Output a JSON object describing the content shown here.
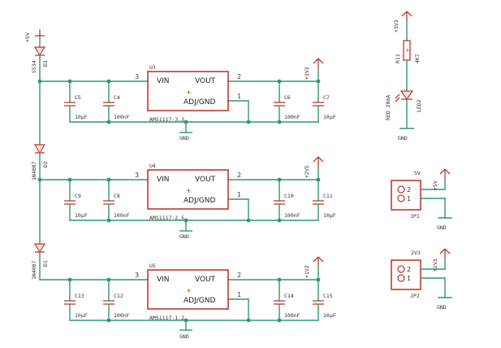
{
  "colors": {
    "wire": "#2e9a6c",
    "symbol": "#c0392b",
    "text": "#333333"
  },
  "regulators": [
    {
      "ref": "U3",
      "value": "AMS1117-3.3",
      "vin": "VIN",
      "vout": "VOUT",
      "adj": "ADJ/GND",
      "pin_in": "3",
      "pin_out": "2",
      "pin_adj": "1",
      "diode_ref": "D3",
      "diode_value": "SS34",
      "supply_in": "+5V",
      "supply_out": "+3V3",
      "caps": [
        {
          "ref": "C5",
          "value": "10µF"
        },
        {
          "ref": "C4",
          "value": "100nF"
        },
        {
          "ref": "C6",
          "value": "100nF"
        },
        {
          "ref": "C7",
          "value": "10µF"
        }
      ],
      "gnd": "GND"
    },
    {
      "ref": "U4",
      "value": "AMS1117-2.5",
      "vin": "VIN",
      "vout": "VOUT",
      "adj": "ADJ/GND",
      "pin_in": "3",
      "pin_out": "2",
      "pin_adj": "1",
      "diode_ref": "D2",
      "diode_value": "1N4007",
      "supply_out": "+2V5",
      "caps": [
        {
          "ref": "C9",
          "value": "10µF"
        },
        {
          "ref": "C8",
          "value": "100nF"
        },
        {
          "ref": "C10",
          "value": "100nF"
        },
        {
          "ref": "C11",
          "value": "10µF"
        }
      ],
      "gnd": "GND"
    },
    {
      "ref": "U5",
      "value": "AMS1117-1.2",
      "vin": "VIN",
      "vout": "VOUT",
      "adj": "ADJ/GND",
      "pin_in": "3",
      "pin_out": "2",
      "pin_adj": "1",
      "diode_ref": "D1",
      "diode_value": "1N4007",
      "supply_out": "+1V2",
      "caps": [
        {
          "ref": "C13",
          "value": "10µF"
        },
        {
          "ref": "C12",
          "value": "100nF"
        },
        {
          "ref": "C14",
          "value": "100nF"
        },
        {
          "ref": "C15",
          "value": "10µF"
        }
      ],
      "gnd": "GND"
    }
  ],
  "led_circuit": {
    "supply": "+3V3",
    "resistor_ref": "R11",
    "resistor_value": "4K7",
    "led_ref": "LED2",
    "led_value": "RED 20mA",
    "gnd": "GND"
  },
  "connectors": [
    {
      "ref": "JP1",
      "pin1": "1",
      "pin2": "2",
      "net": "5V",
      "supply": "+5V",
      "gnd": "GND"
    },
    {
      "ref": "JP2",
      "pin1": "1",
      "pin2": "2",
      "net": "2V3",
      "supply": "+2V3",
      "gnd": "GND"
    }
  ]
}
